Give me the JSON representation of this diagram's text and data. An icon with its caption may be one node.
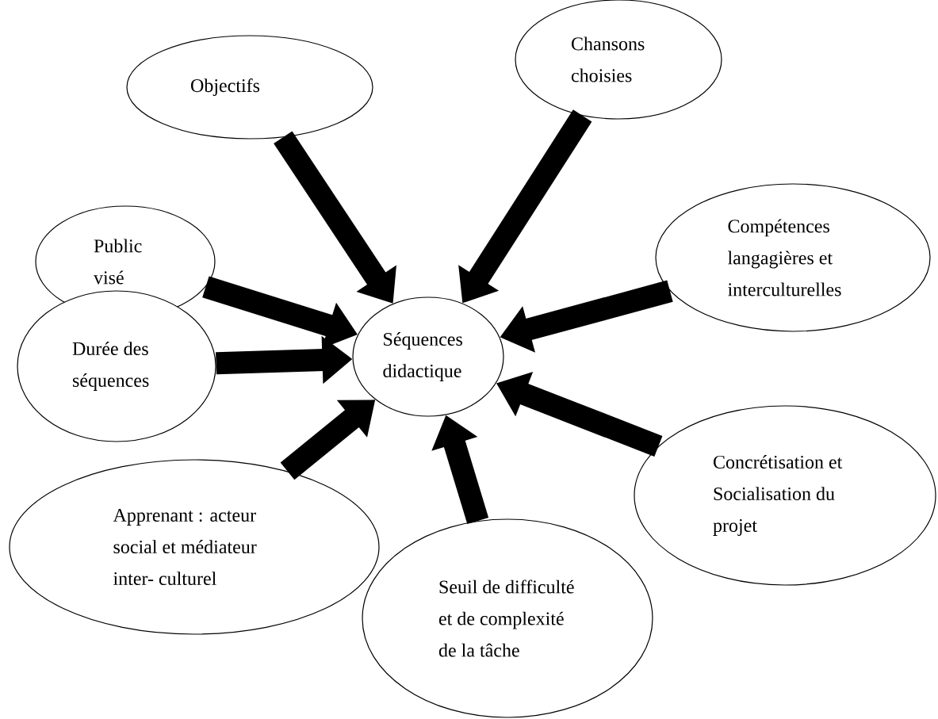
{
  "diagram": {
    "nodes": [
      {
        "text": [
          "Objectifs"
        ]
      },
      {
        "text": [
          "Chansons choisies"
        ]
      },
      {
        "text": [
          "Public visé"
        ]
      },
      {
        "text": [
          "Compétences langagières et interculturelles"
        ]
      },
      {
        "text": [
          "Séquences didactique"
        ]
      },
      {
        "text": [
          "Durée des séquences"
        ]
      },
      {
        "text": [
          "Apprenant : acteur social et médiateur inter- culturel"
        ]
      },
      {
        "text": [
          "Concrétisation et Socialisation du projet"
        ]
      },
      {
        "text": [
          "Seuil de difficulté et de complexité de la tâche"
        ]
      }
    ],
    "edges": [
      {
        "from": 0,
        "to": 4,
        "arrow": "to"
      },
      {
        "from": 1,
        "to": 4,
        "arrow": "to"
      },
      {
        "from": 2,
        "to": 4,
        "arrow": "to"
      },
      {
        "from": 5,
        "to": 4,
        "arrow": "to"
      },
      {
        "from": 6,
        "to": 4,
        "arrow": "to"
      },
      {
        "from": 3,
        "to": 4,
        "arrow": "to"
      },
      {
        "from": 7,
        "to": 4,
        "arrow": "to"
      },
      {
        "from": 8,
        "to": 4,
        "arrow": "to"
      }
    ]
  }
}
